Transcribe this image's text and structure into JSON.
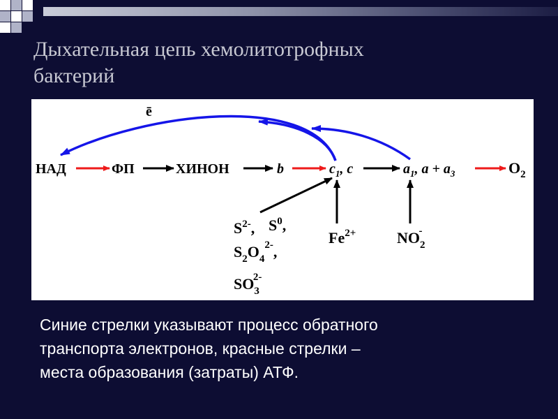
{
  "slide": {
    "title": [
      "Дыхательная цепь хемолитотрофных",
      "бактерий"
    ],
    "caption": [
      "Синие стрелки указывают процесс обратного",
      "транспорта электронов, красные стрелки –",
      "места образования (затраты) АТФ."
    ]
  },
  "diagram": {
    "electron_label": "ē",
    "chain": [
      "НАД",
      "ФП",
      "ХИНОН",
      "b"
    ],
    "cytochrome_c": {
      "c1": "c",
      "c1_sub": "1",
      "sep": ", ",
      "c": "c"
    },
    "cytochrome_a": {
      "a1": "a",
      "a1_sub": "1",
      "rest": ", a + a",
      "a3_sub": "3"
    },
    "oxygen": {
      "base": "O",
      "sub": "2"
    },
    "donors": {
      "sulfur": {
        "s2": {
          "base": "S",
          "sup": "2-",
          "tail": ","
        },
        "s0": {
          "base": "S",
          "sup": "0",
          "tail": ","
        },
        "s2o4": {
          "s": "S",
          "s_sub": "2",
          "o": "O",
          "o_sub": "4",
          "sup": "2-",
          "tail": ","
        },
        "so3": {
          "base": "SO",
          "sub": "3",
          "sup": "2-"
        }
      },
      "iron": {
        "base": "Fe",
        "sup": "2+"
      },
      "nitrite": {
        "base": "NO",
        "sub": "2",
        "sup": "-"
      }
    },
    "colors": {
      "blue": "#1515e8",
      "red": "#ee1a1a",
      "black": "#000000"
    }
  }
}
